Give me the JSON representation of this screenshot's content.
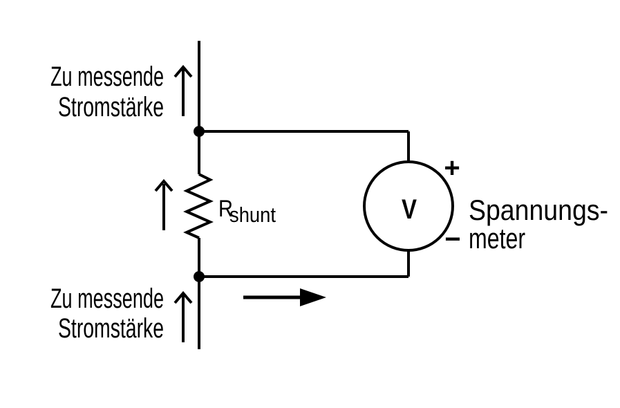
{
  "colors": {
    "ink": "#000000",
    "background": "#ffffff"
  },
  "labels": {
    "top_current": {
      "line1": "Zu messende",
      "line2": "Stromstärke"
    },
    "bottom_current": {
      "line1": "Zu messende",
      "line2": "Stromstärke"
    },
    "resistor": {
      "symbol": "R",
      "subscript": "shunt"
    },
    "voltmeter": {
      "symbol": "V",
      "plus": "+",
      "minus": "−",
      "name_line1": "Spannungs-",
      "name_line2": "meter"
    }
  }
}
